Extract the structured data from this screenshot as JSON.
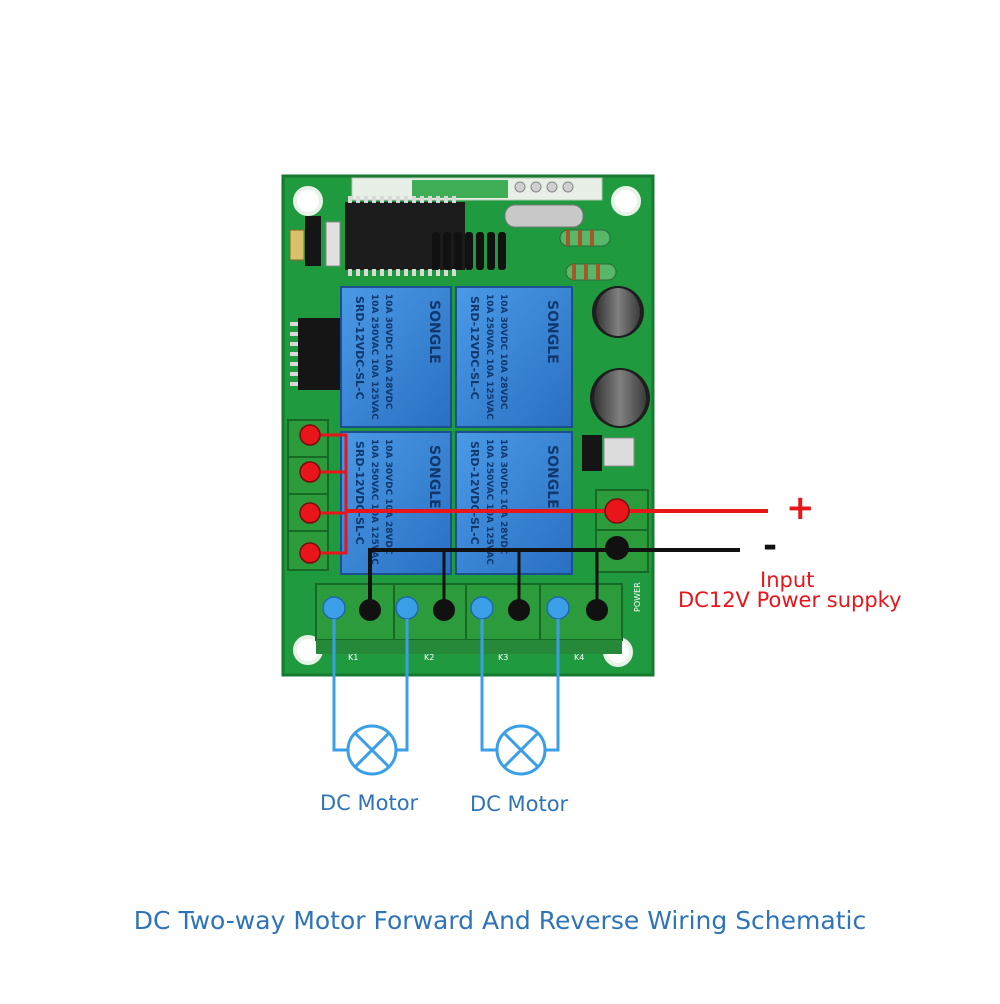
{
  "board": {
    "relay_text": {
      "brand": "SONGLE",
      "model": "SRD-12VDC-SL-C",
      "rating_1": "10A 250VAC 10A 125VAC",
      "rating_2": "10A 30VDC 10A 28VDC"
    },
    "terminal_labels": {
      "k1": "K1",
      "k2": "K2",
      "k3": "K3",
      "k4": "K4",
      "power": "POWER"
    }
  },
  "power_input": {
    "plus": "+",
    "minus": "-",
    "label_1": "Input",
    "label_2": "DC12V Power suppky"
  },
  "motors": [
    {
      "label": "DC Motor"
    },
    {
      "label": "DC Motor"
    }
  ],
  "caption": "DC Two-way Motor Forward And Reverse Wiring Schematic",
  "colors": {
    "pcb": "#1f9a3f",
    "relay": "#2f7fd1",
    "red_wire": "#e8151b",
    "black_wire": "#111111",
    "blue_wire": "#3b9fe8",
    "terminal": "#2c9b3c"
  }
}
